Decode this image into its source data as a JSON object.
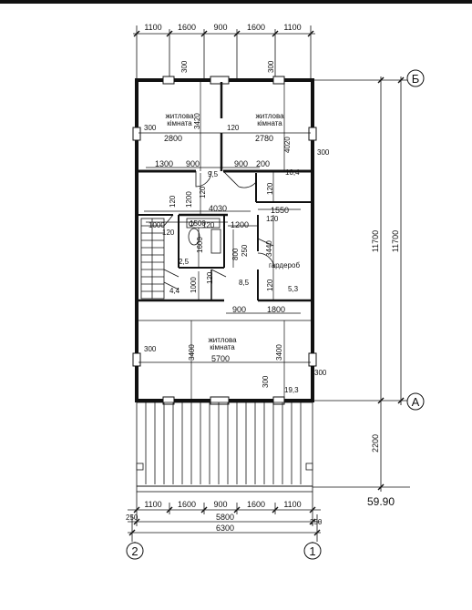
{
  "plan": {
    "total_area": "59.90",
    "axes": {
      "a": "А",
      "b": "Б",
      "one": "1",
      "two": "2"
    },
    "top_dims": [
      "1100",
      "1600",
      "900",
      "1600",
      "1100"
    ],
    "bottom_dims": [
      "1100",
      "1600",
      "900",
      "1600",
      "1100"
    ],
    "bottom_overall": "5800",
    "bottom_total": "6300",
    "bottom_edge_left": "250",
    "bottom_edge_right": "250",
    "right_dims": {
      "inner": "11700",
      "outer": "11700",
      "porch": "2200"
    },
    "rooms": {
      "living_top_left": {
        "name_line1": "житлова",
        "name_line2": "кімната"
      },
      "living_top_right": {
        "name_line1": "житлова",
        "name_line2": "кімната"
      },
      "living_bottom": {
        "name_line1": "житлова",
        "name_line2": "кімната"
      },
      "wardrobe": "гардероб"
    },
    "areas": {
      "hall_small": "9,5",
      "room_right": "10,4",
      "stair": "2,5",
      "landing": "4,4",
      "corridor": "8,5",
      "wardrobe": "5,3",
      "porch": "19,3"
    },
    "interior_dims": {
      "top_left_w": "2800",
      "top_right_w": "2780",
      "top_h_left": "3420",
      "top_h_right": "4020",
      "wall_300_a": "300",
      "wall_300_b": "300",
      "wall_300_c": "300",
      "wall_300_d": "300",
      "wall_300_e": "300",
      "wall_300_f": "300",
      "wall_300_g": "300",
      "wall_300_h": "300",
      "w120_a": "120",
      "w120_b": "120",
      "w120_c": "120",
      "w120_d": "120",
      "w120_e": "120",
      "w120_f": "120",
      "w120_g": "120",
      "w120_h": "120",
      "w120_i": "120",
      "w120_j": "120",
      "d1300": "1300",
      "d900_a": "900",
      "d900_b": "900",
      "d900_c": "900",
      "d200": "200",
      "d1200_a": "1200",
      "d1200_b": "1200",
      "d4030": "4030",
      "d1550": "1550",
      "d1000_a": "1000",
      "d1000_b": "1000",
      "d1500": "1500",
      "d1600": "1600",
      "d800": "800",
      "d250": "250",
      "d3440": "3440",
      "d1800": "1800",
      "bottom_w": "5700",
      "bottom_h_left": "3400",
      "bottom_h_right": "3400"
    }
  }
}
